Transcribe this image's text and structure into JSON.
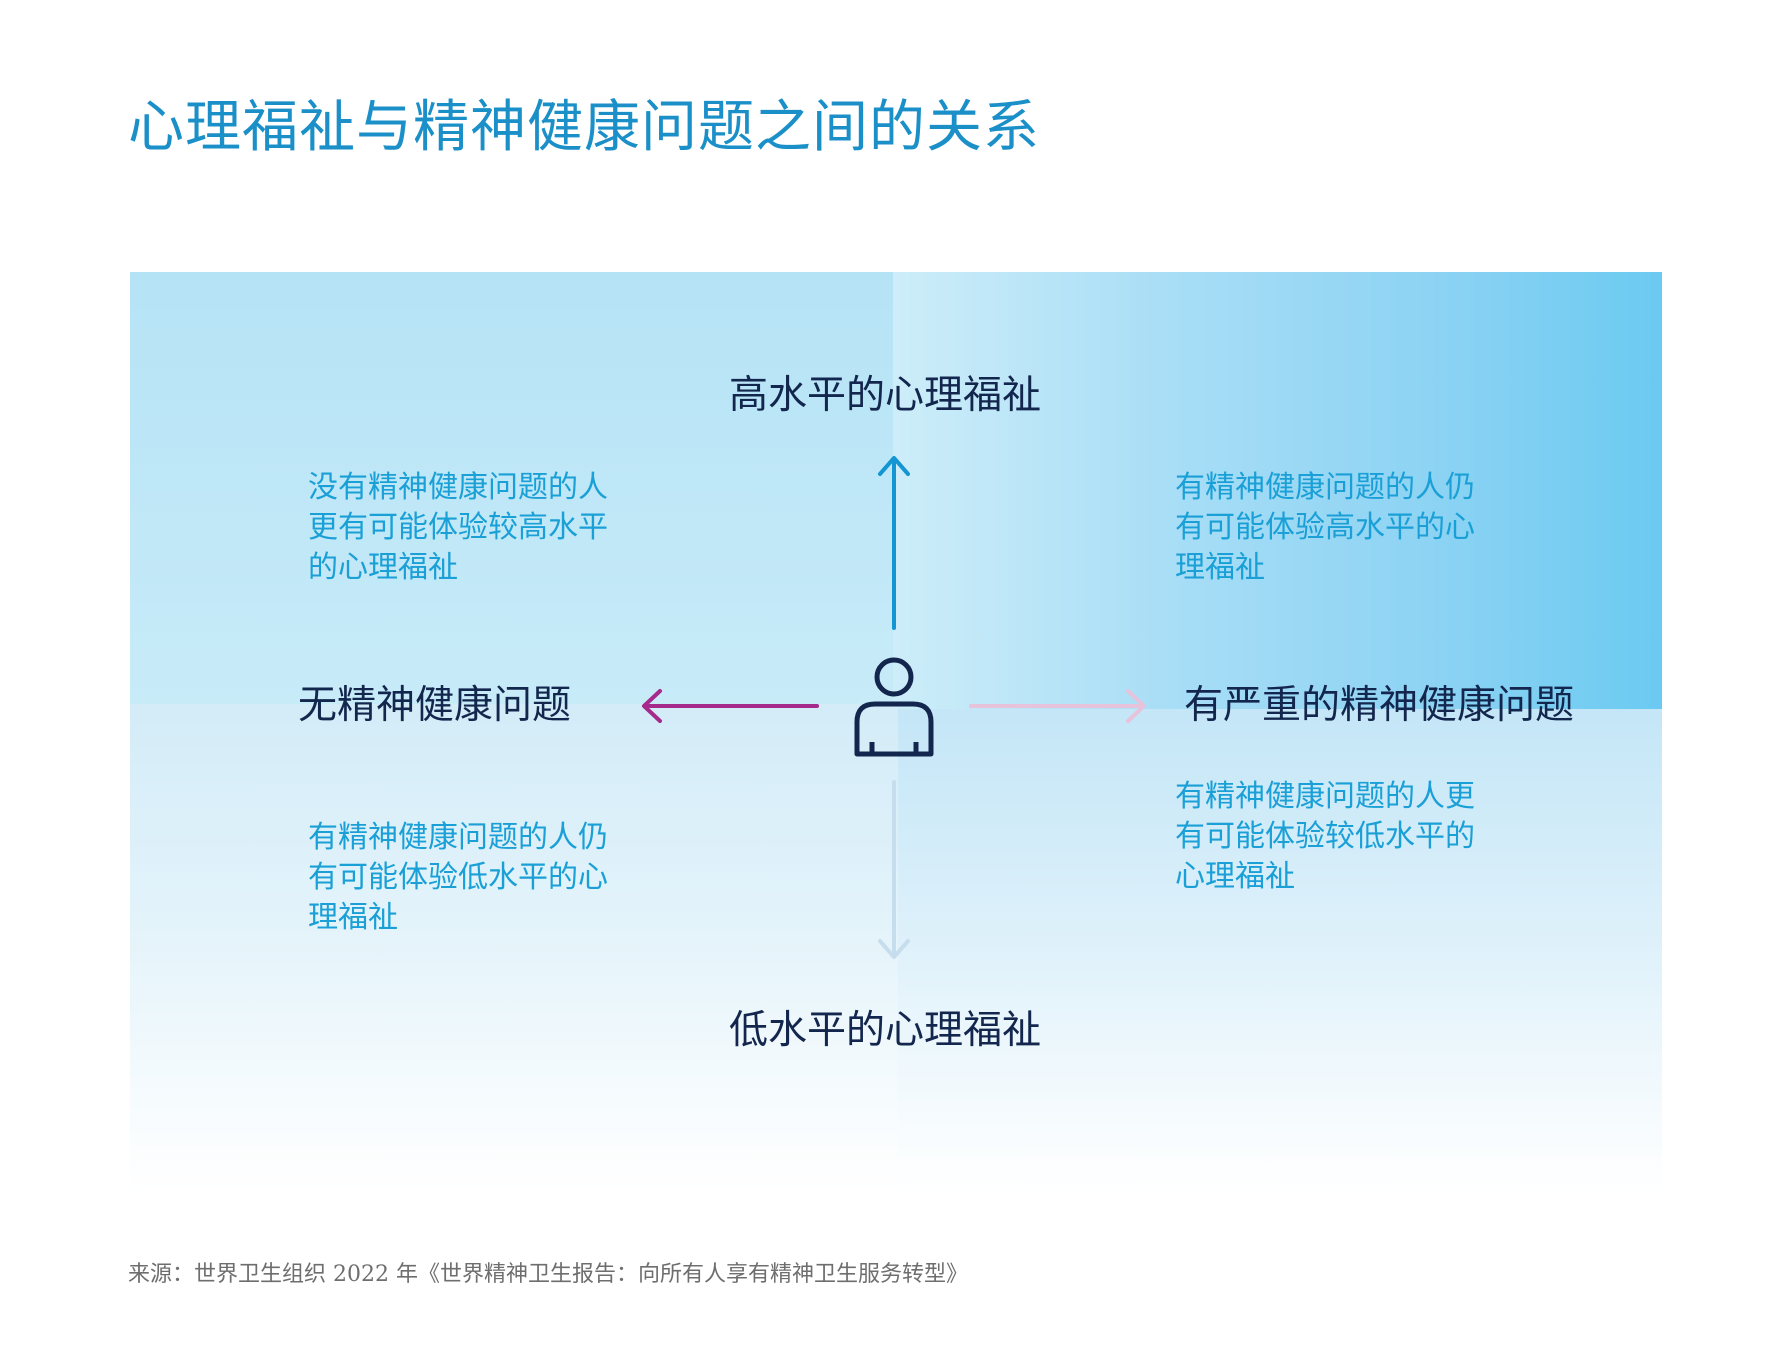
{
  "title": "心理福祉与精神健康问题之间的关系",
  "axes": {
    "top": "高水平的心理福祉",
    "bottom": "低水平的心理福祉",
    "left": "无精神健康问题",
    "right": "有严重的精神健康问题"
  },
  "quadrants": {
    "top_left": "没有精神健康问题的人更有可能体验较高水平的心理福祉",
    "top_right": "有精神健康问题的人仍有可能体验高水平的心理福祉",
    "bottom_left": "有精神健康问题的人仍有可能体验低水平的心理福祉",
    "bottom_right": "有精神健康问题的人更有可能体验较低水平的心理福祉"
  },
  "source": "来源：世界卫生组织 2022 年《世界精神卫生报告：向所有人享有精神卫生服务转型》",
  "icons": {
    "center": "person-icon",
    "up": "arrow-up-icon",
    "down": "arrow-down-icon",
    "left": "arrow-left-icon",
    "right": "arrow-right-icon"
  },
  "colors": {
    "title": "#1B8FC8",
    "axis_label": "#13264D",
    "description": "#1AA0D6",
    "arrow_up": "#1496D2",
    "arrow_left": "#A52A8C",
    "arrow_right": "#E6C3DA",
    "arrow_down": "#C6DDEE",
    "person": "#13264D"
  }
}
